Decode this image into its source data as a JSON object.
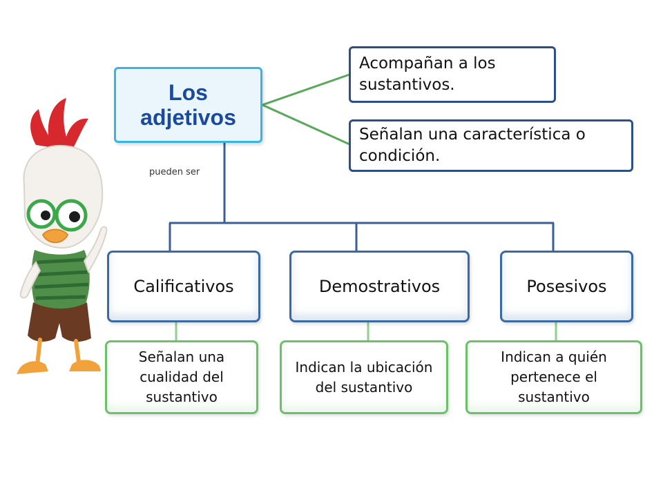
{
  "diagram": {
    "main_node": {
      "label": "Los adjetivos"
    },
    "features": [
      {
        "text": "Acompañan a los sustantivos."
      },
      {
        "text": "Señalan una característica o condición."
      }
    ],
    "connector_label": "pueden ser",
    "types": [
      {
        "name": "Calificativos",
        "description": "Señalan una cualidad del sustantivo"
      },
      {
        "name": "Demostrativos",
        "description": "Indican la ubicación del sustantivo"
      },
      {
        "name": "Posesivos",
        "description": "Indican a quién pertenece el sustantivo"
      }
    ]
  },
  "colors": {
    "main_border": "#39b4e6",
    "main_fill": "#eaf5fc",
    "main_text": "#1b4a9c",
    "feature_border": "#2d4e86",
    "type_border": "#3a6aa6",
    "desc_border": "#6cc06a",
    "tree_line": "#3a5f96",
    "feature_line": "#5aa95a",
    "desc_line": "#8fd08c"
  },
  "mascot": {
    "icon": "cartoon-chicken-icon"
  }
}
